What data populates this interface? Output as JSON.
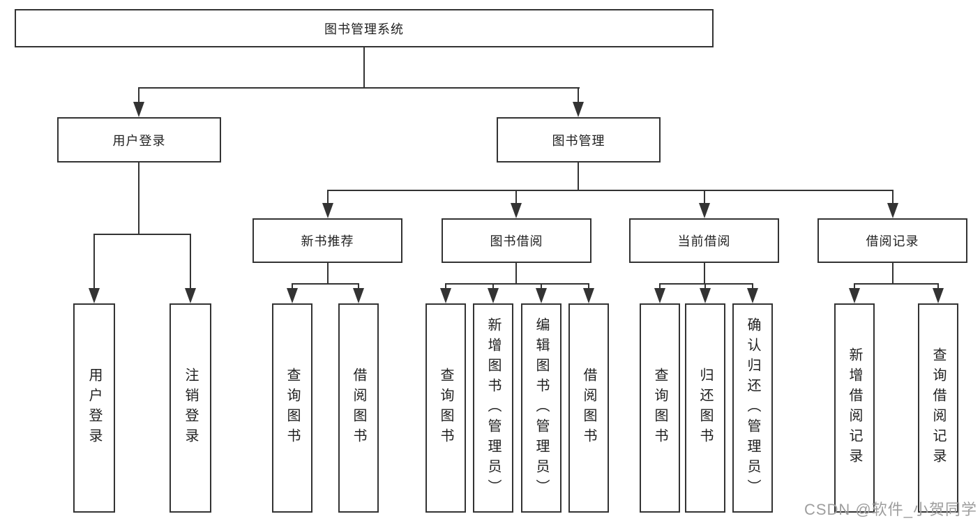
{
  "watermark": "CSDN @软件_小贺同学",
  "colors": {
    "line": "#333333",
    "text": "#1f1f1f",
    "watermark": "#9e9e9e",
    "background": "#ffffff"
  },
  "tree": {
    "label": "图书管理系统",
    "children": [
      {
        "label": "用户登录",
        "children": [
          {
            "label": "用户登录"
          },
          {
            "label": "注销登录"
          }
        ]
      },
      {
        "label": "图书管理",
        "children": [
          {
            "label": "新书推荐",
            "children": [
              {
                "label": "查询图书"
              },
              {
                "label": "借阅图书"
              }
            ]
          },
          {
            "label": "图书借阅",
            "children": [
              {
                "label": "查询图书"
              },
              {
                "label": "新增图书（管理员）"
              },
              {
                "label": "编辑图书（管理员）"
              },
              {
                "label": "借阅图书"
              }
            ]
          },
          {
            "label": "当前借阅",
            "children": [
              {
                "label": "查询图书"
              },
              {
                "label": "归还图书"
              },
              {
                "label": "确认归还（管理员）"
              }
            ]
          },
          {
            "label": "借阅记录",
            "children": [
              {
                "label": "新增借阅记录"
              },
              {
                "label": "查询借阅记录"
              }
            ]
          }
        ]
      }
    ]
  }
}
